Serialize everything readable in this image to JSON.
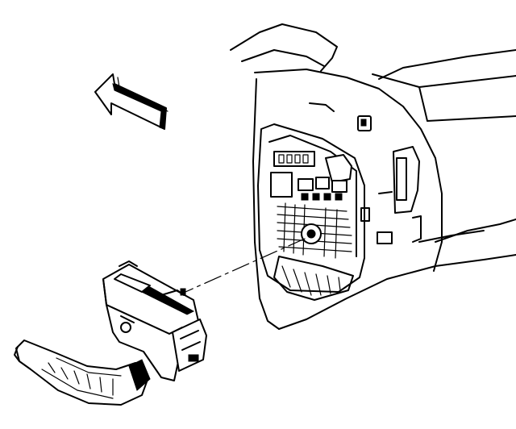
{
  "diagram": {
    "subject": "connector-removal-illustration",
    "parts": [
      "dashboard-fuse-panel",
      "wiring-harness-connector",
      "connector-bolt",
      "direction-arrow"
    ],
    "arrow_direction": "up-left"
  },
  "colors": {
    "line": "#000000",
    "background": "#ffffff"
  }
}
